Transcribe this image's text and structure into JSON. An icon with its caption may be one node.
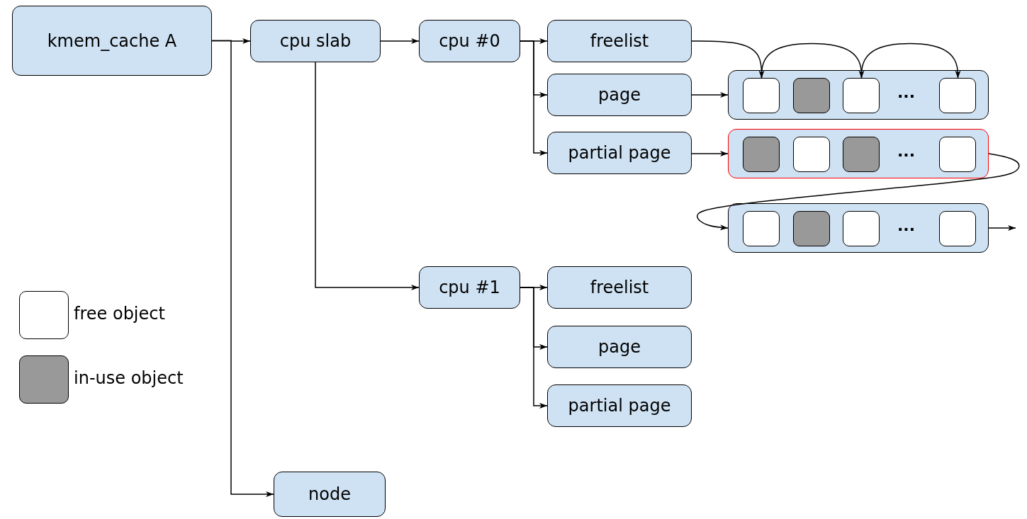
{
  "diagram": {
    "nodes": [
      {
        "text": [
          "kmem_cache A"
        ]
      },
      {
        "text": [
          "cpu slab"
        ]
      },
      {
        "text": [
          "cpu #0"
        ]
      },
      {
        "text": [
          "freelist"
        ]
      },
      {
        "text": [
          "page"
        ]
      },
      {
        "text": [
          "partial page"
        ]
      },
      {
        "text": [
          "..."
        ]
      },
      {
        "text": [],
        "shape": "box",
        "in": 6
      },
      {
        "text": [],
        "shape": "box",
        "in": 6
      },
      {
        "text": [],
        "shape": "box",
        "in": 6
      },
      {
        "text": [],
        "shape": "box",
        "in": 6
      },
      {
        "text": [
          "..."
        ]
      },
      {
        "text": [],
        "shape": "box",
        "in": 11
      },
      {
        "text": [],
        "shape": "box",
        "in": 11
      },
      {
        "text": [],
        "shape": "box",
        "in": 11
      },
      {
        "text": [],
        "shape": "box",
        "in": 11
      },
      {
        "text": [
          "..."
        ]
      },
      {
        "text": [],
        "shape": "box",
        "in": 16
      },
      {
        "text": [],
        "shape": "box",
        "in": 16
      },
      {
        "text": [],
        "shape": "box",
        "in": 16
      },
      {
        "text": [],
        "shape": "box",
        "in": 16
      },
      {
        "text": [
          "cpu #1"
        ]
      },
      {
        "text": [
          "freelist"
        ]
      },
      {
        "text": [
          "page"
        ]
      },
      {
        "text": [
          "partial page"
        ]
      },
      {
        "text": [
          "node"
        ]
      }
    ],
    "edges": [
      {
        "from": 0,
        "to": 1,
        "arrow": "to"
      },
      {
        "from": 0,
        "to": 25,
        "arrow": "to"
      },
      {
        "from": 1,
        "to": 2,
        "arrow": "to"
      },
      {
        "from": 1,
        "to": 21,
        "arrow": "to"
      },
      {
        "from": 2,
        "to": 3,
        "arrow": "to"
      },
      {
        "from": 2,
        "to": 4,
        "arrow": "to"
      },
      {
        "from": 2,
        "to": 5,
        "arrow": "to"
      },
      {
        "from": 3,
        "to": 7,
        "arrow": "to"
      },
      {
        "from": 7,
        "to": 9,
        "arrow": "to"
      },
      {
        "from": 9,
        "to": 10,
        "arrow": "to"
      },
      {
        "from": 4,
        "to": 6,
        "arrow": "to"
      },
      {
        "from": 5,
        "to": 11,
        "arrow": "to"
      },
      {
        "from": 11,
        "to": 16,
        "arrow": "to"
      },
      {
        "from": 16,
        "to": null,
        "arrow": "to"
      },
      {
        "from": 21,
        "to": 22,
        "arrow": "to"
      },
      {
        "from": 21,
        "to": 23,
        "arrow": "to"
      },
      {
        "from": 21,
        "to": 24,
        "arrow": "to"
      }
    ],
    "legend": [
      {
        "text": "free object",
        "color": "#ffffff"
      },
      {
        "text": "in-use object",
        "color": "#999999"
      }
    ]
  }
}
